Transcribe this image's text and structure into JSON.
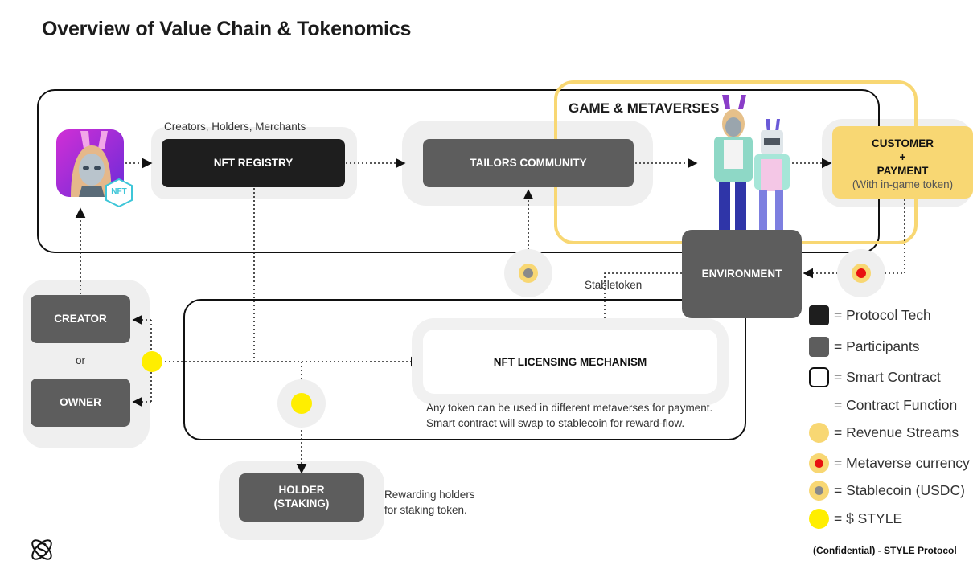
{
  "title": "Overview of Value Chain & Tokenomics",
  "labels": {
    "creators_holders_merchants": "Creators, Holders, Merchants",
    "game_metaverses": "GAME & METAVERSES",
    "stabletoken": "Stabletoken",
    "or": "or",
    "any_token_line1": "Any token can be used in different metaverses for payment.",
    "any_token_line2": "Smart contract will swap to stablecoin for reward-flow.",
    "rewarding_line1": "Rewarding holders",
    "rewarding_line2": "for staking token.",
    "footer": "(Confidential) - STYLE Protocol"
  },
  "nodes": {
    "nft_registry": "NFT REGISTRY",
    "tailors_community": "TAILORS COMMUNITY",
    "customer_line1": "CUSTOMER",
    "customer_plus": "+",
    "customer_line2": "PAYMENT",
    "customer_sub": "(With in-game token)",
    "environment": "ENVIRONMENT",
    "creator": "CREATOR",
    "owner": "OWNER",
    "nft_licensing": "NFT LICENSING MECHANISM",
    "holder_line1": "HOLDER",
    "holder_line2": "(STAKING)"
  },
  "nft_badge": "NFT",
  "legend": [
    {
      "label": "= Protocol Tech",
      "kind": "dark-square",
      "color": "#1e1e1e"
    },
    {
      "label": "= Participants",
      "kind": "grey-square",
      "color": "#5d5d5d"
    },
    {
      "label": "= Smart Contract",
      "kind": "outline-square",
      "color": "#111111"
    },
    {
      "label": "= Contract Function",
      "kind": "white-square",
      "color": "#ffffff"
    },
    {
      "label": "= Revenue Streams",
      "kind": "circle",
      "color": "#f8d773"
    },
    {
      "label": "= Metaverse currency",
      "kind": "circle-red",
      "color": "#e81010"
    },
    {
      "label": "= Stablecoin (USDC)",
      "kind": "circle-grey",
      "color": "#8a8a8a"
    },
    {
      "label": "= $ STYLE",
      "kind": "circle-yellow",
      "color": "#ffee00"
    }
  ],
  "colors": {
    "protocol_tech": "#1e1e1e",
    "participants": "#5d5d5d",
    "revenue": "#f8d773",
    "metaverse_currency": "#e81010",
    "stablecoin": "#8a8a8a",
    "style_token": "#ffee00"
  }
}
